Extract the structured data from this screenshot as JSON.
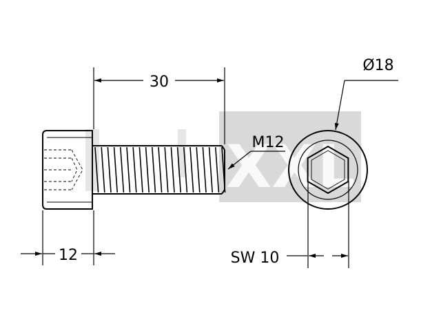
{
  "drawing": {
    "length_dim": "30",
    "head_height_dim": "12",
    "diameter_dim": "Ø18",
    "thread_dim": "M12",
    "wrench_dim": "SW 10",
    "watermark_text": "XXL"
  },
  "colors": {
    "line": "#000000",
    "watermark": "#d9d9d9"
  }
}
